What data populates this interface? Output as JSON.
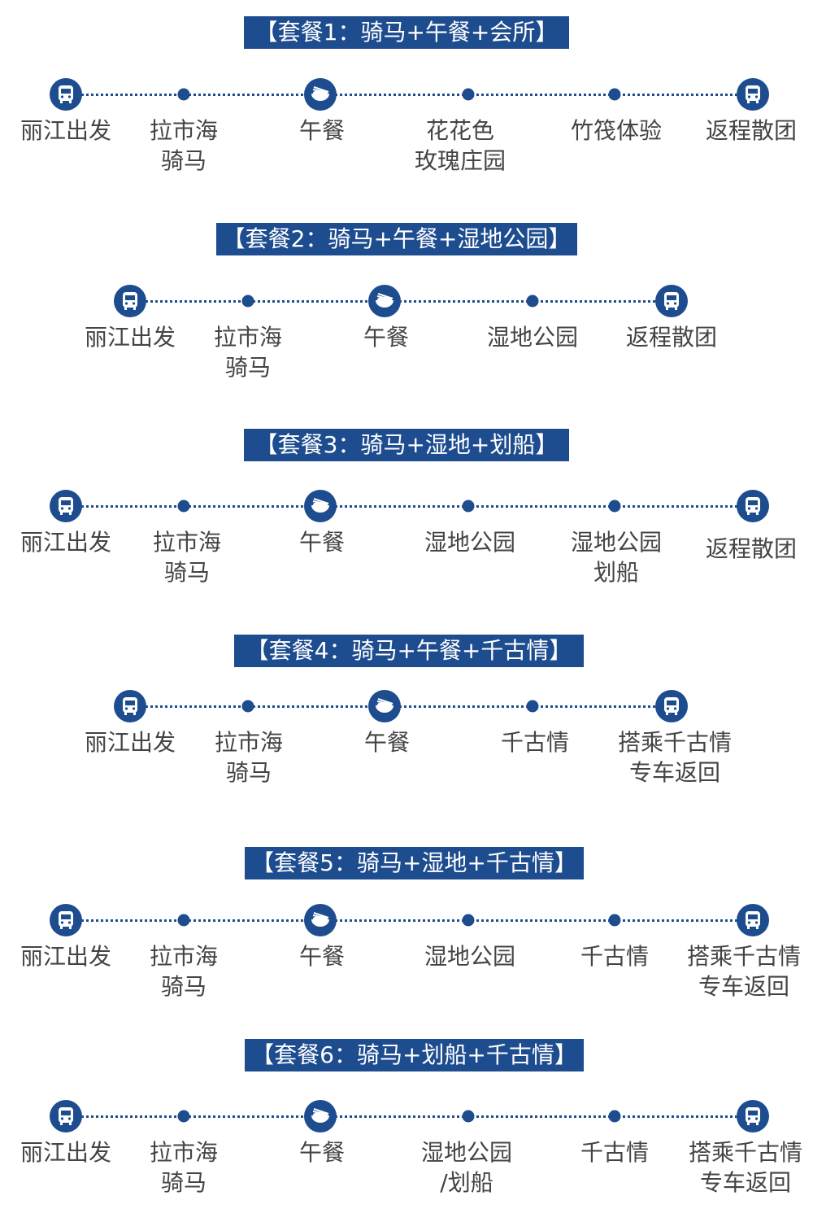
{
  "colors": {
    "accent": "#1d4c8f",
    "text": "#444444"
  },
  "sections": [
    {
      "title": "【套餐1：骑马+午餐+会所】",
      "nodes": [
        {
          "icon": "bus-icon",
          "lines": [
            "丽江出发"
          ]
        },
        {
          "icon": "dot",
          "lines": [
            "拉市海",
            "骑马"
          ]
        },
        {
          "icon": "bowl-icon",
          "lines": [
            "午餐"
          ]
        },
        {
          "icon": "dot",
          "lines": [
            "花花色",
            "玫瑰庄园"
          ]
        },
        {
          "icon": "dot",
          "lines": [
            "竹筏体验"
          ]
        },
        {
          "icon": "bus-icon",
          "lines": [
            "返程散团"
          ]
        }
      ]
    },
    {
      "title": "【套餐2：骑马+午餐+湿地公园】",
      "nodes": [
        {
          "icon": "bus-icon",
          "lines": [
            "丽江出发"
          ]
        },
        {
          "icon": "dot",
          "lines": [
            "拉市海",
            "骑马"
          ]
        },
        {
          "icon": "bowl-icon",
          "lines": [
            "午餐"
          ]
        },
        {
          "icon": "dot",
          "lines": [
            "湿地公园"
          ]
        },
        {
          "icon": "bus-icon",
          "lines": [
            "返程散团"
          ]
        }
      ]
    },
    {
      "title": "【套餐3：骑马+湿地+划船】",
      "nodes": [
        {
          "icon": "bus-icon",
          "lines": [
            "丽江出发"
          ]
        },
        {
          "icon": "dot",
          "lines": [
            "拉市海",
            "骑马"
          ]
        },
        {
          "icon": "bowl-icon",
          "lines": [
            "午餐"
          ]
        },
        {
          "icon": "dot",
          "lines": [
            "湿地公园"
          ]
        },
        {
          "icon": "dot",
          "lines": [
            "湿地公园",
            "划船"
          ]
        },
        {
          "icon": "bus-icon",
          "lines": [
            "返程散团"
          ]
        }
      ]
    },
    {
      "title": "【套餐4：骑马+午餐+千古情】",
      "nodes": [
        {
          "icon": "bus-icon",
          "lines": [
            "丽江出发"
          ]
        },
        {
          "icon": "dot",
          "lines": [
            "拉市海",
            "骑马"
          ]
        },
        {
          "icon": "bowl-icon",
          "lines": [
            "午餐"
          ]
        },
        {
          "icon": "dot",
          "lines": [
            "千古情"
          ]
        },
        {
          "icon": "bus-icon",
          "lines": [
            "搭乘千古情",
            "专车返回"
          ]
        }
      ]
    },
    {
      "title": "【套餐5：骑马+湿地+千古情】",
      "nodes": [
        {
          "icon": "bus-icon",
          "lines": [
            "丽江出发"
          ]
        },
        {
          "icon": "dot",
          "lines": [
            "拉市海",
            "骑马"
          ]
        },
        {
          "icon": "bowl-icon",
          "lines": [
            "午餐"
          ]
        },
        {
          "icon": "dot",
          "lines": [
            "湿地公园"
          ]
        },
        {
          "icon": "dot",
          "lines": [
            "千古情"
          ]
        },
        {
          "icon": "bus-icon",
          "lines": [
            "搭乘千古情",
            "专车返回"
          ]
        }
      ]
    },
    {
      "title": "【套餐6：骑马+划船+千古情】",
      "nodes": [
        {
          "icon": "bus-icon",
          "lines": [
            "丽江出发"
          ]
        },
        {
          "icon": "dot",
          "lines": [
            "拉市海",
            "骑马"
          ]
        },
        {
          "icon": "bowl-icon",
          "lines": [
            "午餐"
          ]
        },
        {
          "icon": "dot",
          "lines": [
            "湿地公园",
            "/划船"
          ]
        },
        {
          "icon": "dot",
          "lines": [
            "千古情"
          ]
        },
        {
          "icon": "bus-icon",
          "lines": [
            "搭乘千古情",
            "专车返回"
          ]
        }
      ]
    }
  ]
}
